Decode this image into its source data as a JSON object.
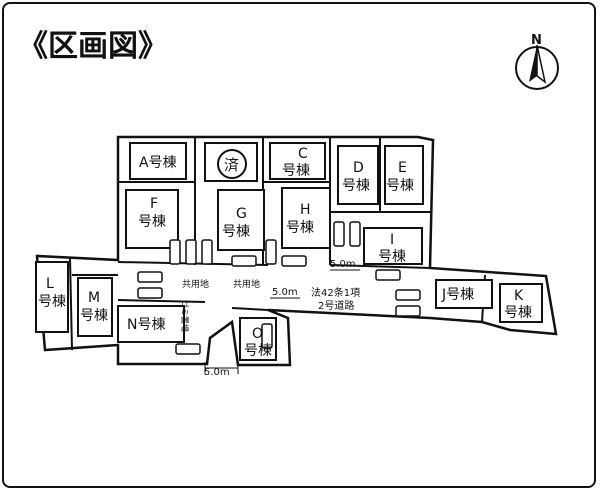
{
  "title": "《区画図》",
  "compass": {
    "letter": "N",
    "icon": "north-arrow-icon"
  },
  "lots": {
    "A": "A号棟",
    "C": "C",
    "D": "D",
    "E": "E",
    "F": "F",
    "G": "G",
    "H": "H",
    "I": "I",
    "J": "J号棟",
    "K": "K",
    "L": "L",
    "M": "M",
    "N": "N号棟",
    "O": "O",
    "unit": "号棟"
  },
  "sold_badge": "済",
  "road": {
    "line1": "法42条1項",
    "line2": "2号道路"
  },
  "widths": [
    "5.0m",
    "5.0m",
    "5.0m"
  ],
  "shared_land": [
    "共用地",
    "共用地"
  ],
  "garbage": "ゴミ置場",
  "colors": {
    "ink": "#111111",
    "paper": "#ffffff"
  }
}
